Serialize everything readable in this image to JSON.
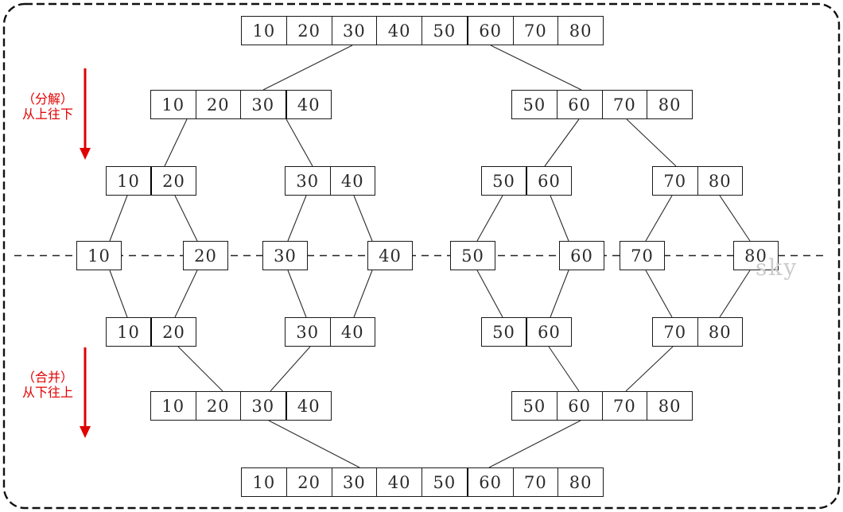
{
  "watermark": "sky",
  "annotations": {
    "divide": {
      "line1": "（分解）",
      "line2": "从上往下"
    },
    "merge": {
      "line1": "（合并）",
      "line2": "从下往上"
    }
  },
  "colors": {
    "accent_red": "#e00000",
    "connector": "#2a2a2a",
    "box_border": "#1a1a1a",
    "watermark_gray": "#cbcbcb"
  },
  "rows": [
    {
      "name": "level-1-top",
      "arrays": [
        {
          "cells": [
            "10",
            "20",
            "30",
            "40",
            "50",
            "60",
            "70",
            "80"
          ],
          "split_after": 5
        }
      ]
    },
    {
      "name": "level-2-divide",
      "arrays": [
        {
          "cells": [
            "10",
            "20",
            "30",
            "40"
          ],
          "split_after": 3
        },
        {
          "cells": [
            "50",
            "60",
            "70",
            "80"
          ],
          "split_after": 0
        }
      ]
    },
    {
      "name": "level-3-divide",
      "arrays": [
        {
          "cells": [
            "10",
            "20"
          ],
          "split_after": 1
        },
        {
          "cells": [
            "30",
            "40"
          ],
          "split_after": 0
        },
        {
          "cells": [
            "50",
            "60"
          ],
          "split_after": 1
        },
        {
          "cells": [
            "70",
            "80"
          ],
          "split_after": 0
        }
      ]
    },
    {
      "name": "level-4-singles",
      "arrays": [
        {
          "cells": [
            "10"
          ],
          "split_after": 0
        },
        {
          "cells": [
            "20"
          ],
          "split_after": 0
        },
        {
          "cells": [
            "30"
          ],
          "split_after": 0
        },
        {
          "cells": [
            "40"
          ],
          "split_after": 0
        },
        {
          "cells": [
            "50"
          ],
          "split_after": 0
        },
        {
          "cells": [
            "60"
          ],
          "split_after": 0
        },
        {
          "cells": [
            "70"
          ],
          "split_after": 0
        },
        {
          "cells": [
            "80"
          ],
          "split_after": 0
        }
      ]
    },
    {
      "name": "level-5-merge",
      "arrays": [
        {
          "cells": [
            "10",
            "20"
          ],
          "split_after": 1
        },
        {
          "cells": [
            "30",
            "40"
          ],
          "split_after": 0
        },
        {
          "cells": [
            "50",
            "60"
          ],
          "split_after": 1
        },
        {
          "cells": [
            "70",
            "80"
          ],
          "split_after": 0
        }
      ]
    },
    {
      "name": "level-6-merge",
      "arrays": [
        {
          "cells": [
            "10",
            "20",
            "30",
            "40"
          ],
          "split_after": 3
        },
        {
          "cells": [
            "50",
            "60",
            "70",
            "80"
          ],
          "split_after": 0
        }
      ]
    },
    {
      "name": "level-7-bottom",
      "arrays": [
        {
          "cells": [
            "10",
            "20",
            "30",
            "40",
            "50",
            "60",
            "70",
            "80"
          ],
          "split_after": 5
        }
      ]
    }
  ]
}
